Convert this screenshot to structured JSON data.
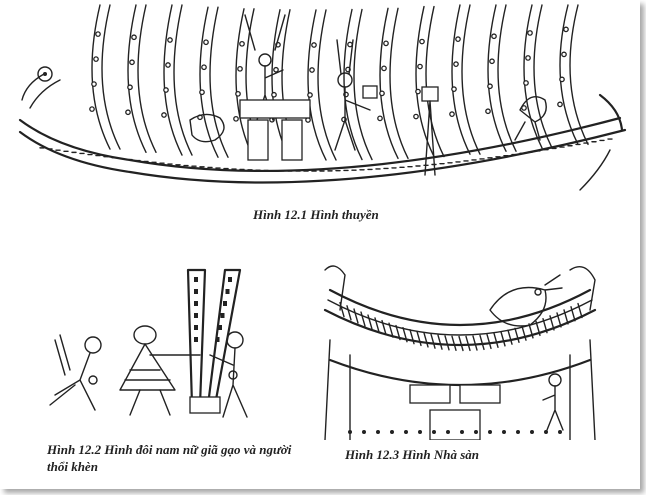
{
  "figures": [
    {
      "id": "fig-12-1",
      "caption": "Hình 12.1 Hình thuyền"
    },
    {
      "id": "fig-12-2",
      "caption": "Hình 12.2 Hình đôi nam nữ giã gạo và người thổi khèn"
    },
    {
      "id": "fig-12-3",
      "caption": "Hình 12.3 Hình Nhà sàn"
    }
  ],
  "colors": {
    "ink": "#222222",
    "paper": "#ffffff"
  }
}
